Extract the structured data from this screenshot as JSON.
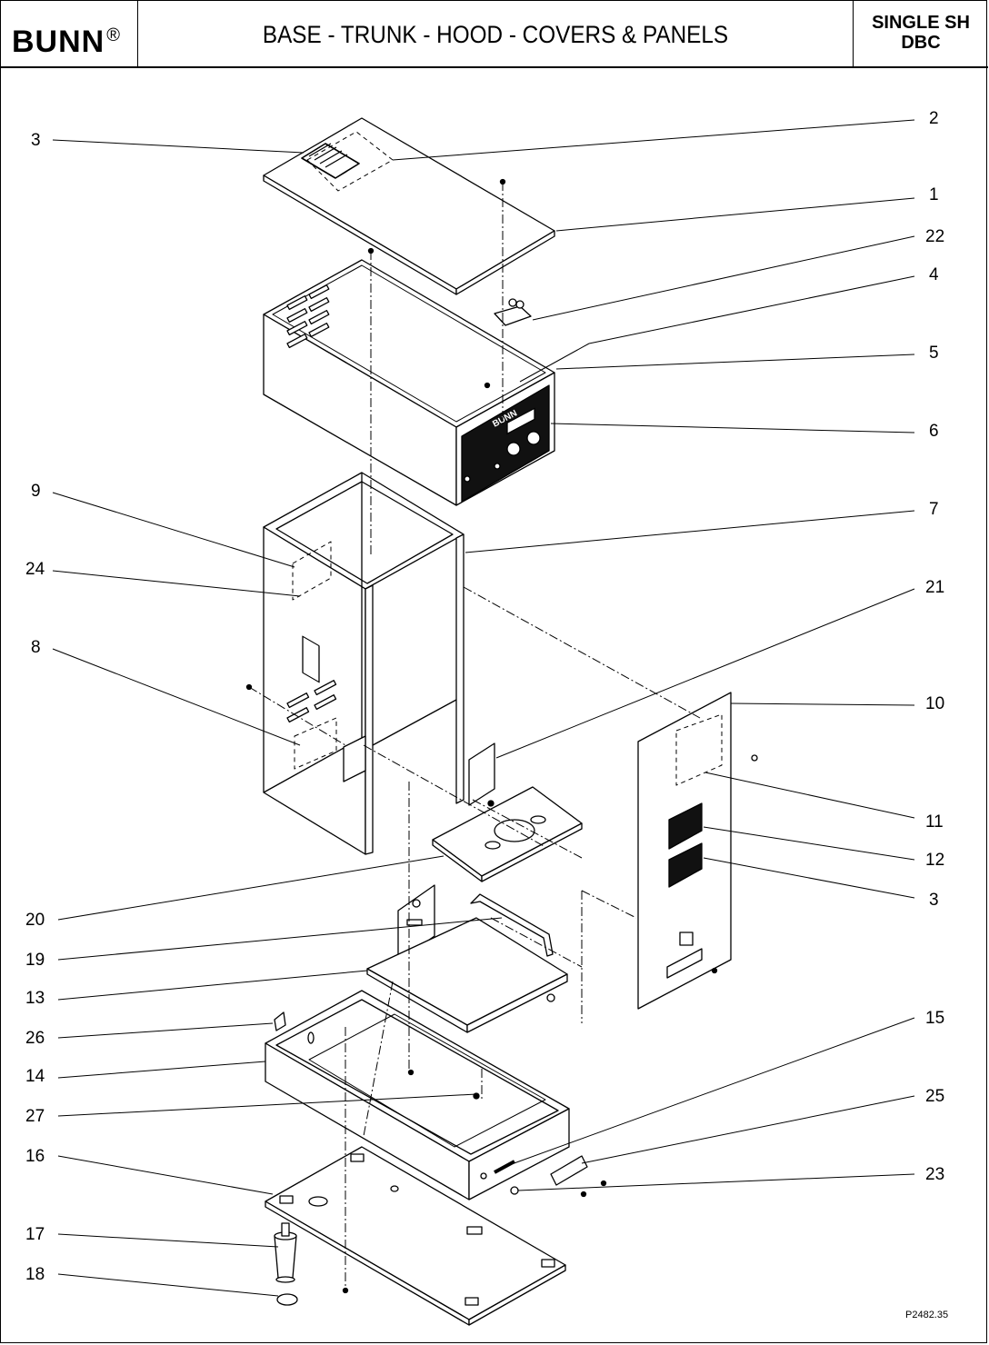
{
  "header": {
    "brand": "BUNN",
    "brand_mark": "®",
    "title": "BASE - TRUNK - HOOD - COVERS & PANELS",
    "model_line1": "SINGLE SH",
    "model_line2": "DBC"
  },
  "panel_label": "BUNN",
  "callouts": [
    "1",
    "2",
    "3",
    "22",
    "4",
    "5",
    "6",
    "7",
    "9",
    "24",
    "8",
    "21",
    "10",
    "11",
    "12",
    "3",
    "20",
    "19",
    "13",
    "26",
    "14",
    "27",
    "16",
    "15",
    "25",
    "23",
    "17",
    "18"
  ],
  "drawing_number": "P2482.35"
}
